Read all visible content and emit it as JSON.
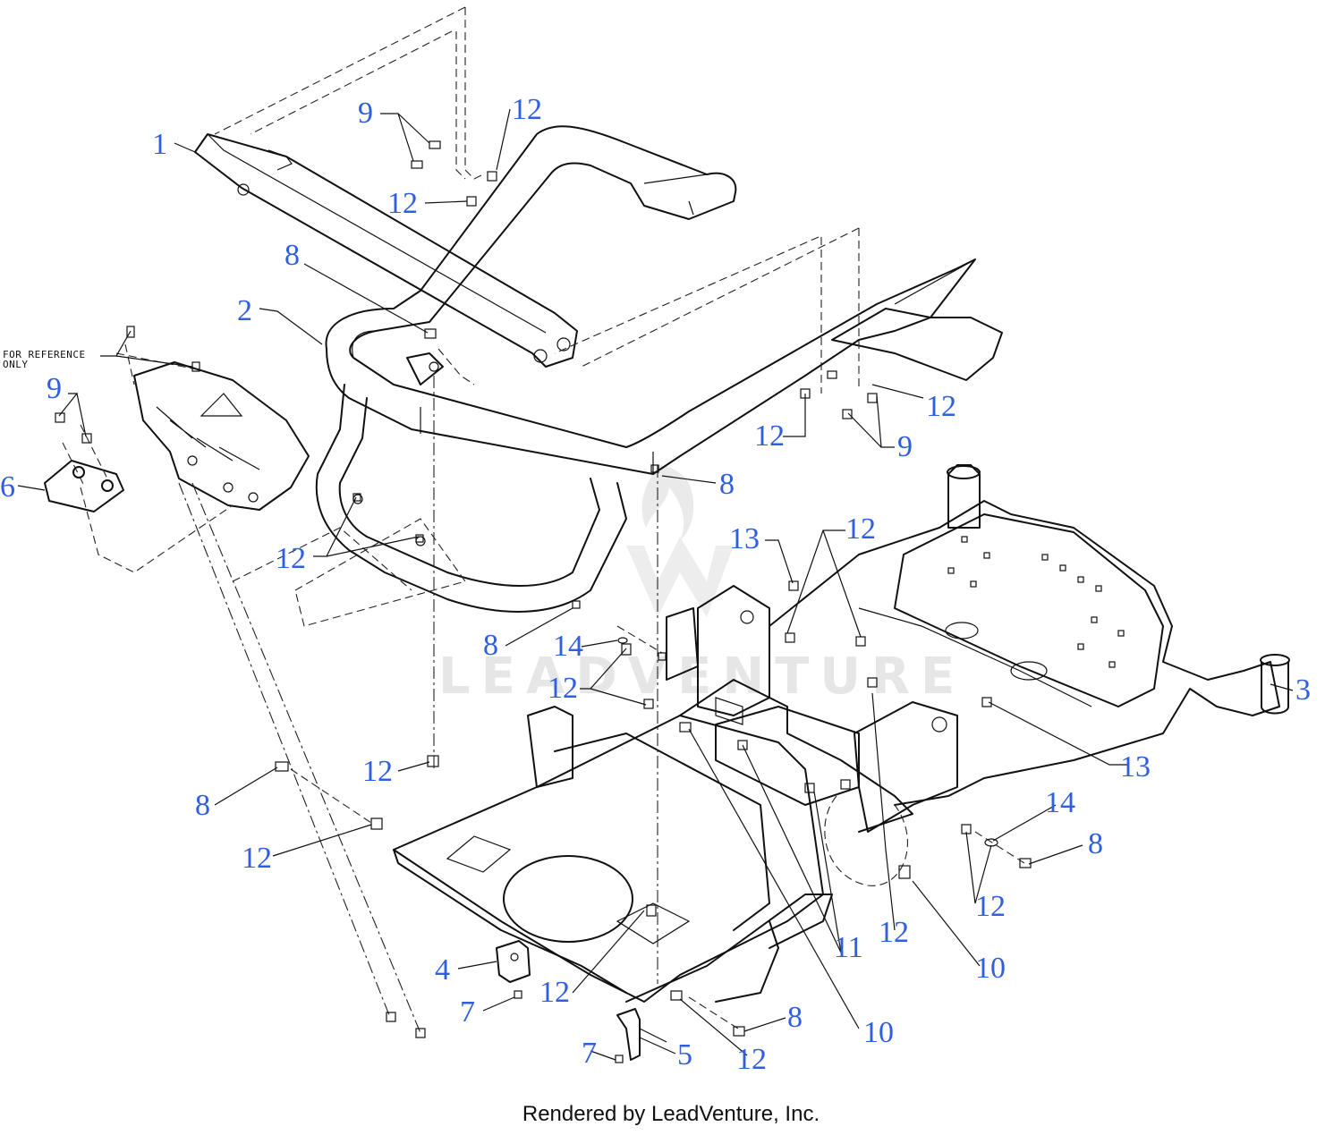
{
  "diagram": {
    "callouts": [
      {
        "id": "c1",
        "text": "1"
      },
      {
        "id": "c2",
        "text": "2"
      },
      {
        "id": "c3",
        "text": "3"
      },
      {
        "id": "c4",
        "text": "4"
      },
      {
        "id": "c5",
        "text": "5"
      },
      {
        "id": "c6",
        "text": "6"
      },
      {
        "id": "c7a",
        "text": "7"
      },
      {
        "id": "c7b",
        "text": "7"
      },
      {
        "id": "c8a",
        "text": "8"
      },
      {
        "id": "c8b",
        "text": "8"
      },
      {
        "id": "c8c",
        "text": "8"
      },
      {
        "id": "c8d",
        "text": "8"
      },
      {
        "id": "c8e",
        "text": "8"
      },
      {
        "id": "c8f",
        "text": "8"
      },
      {
        "id": "c9a",
        "text": "9"
      },
      {
        "id": "c9b",
        "text": "9"
      },
      {
        "id": "c9c",
        "text": "9"
      },
      {
        "id": "c10a",
        "text": "10"
      },
      {
        "id": "c10b",
        "text": "10"
      },
      {
        "id": "c11",
        "text": "11"
      },
      {
        "id": "c12a",
        "text": "12"
      },
      {
        "id": "c12b",
        "text": "12"
      },
      {
        "id": "c12c",
        "text": "12"
      },
      {
        "id": "c12d",
        "text": "12"
      },
      {
        "id": "c12e",
        "text": "12"
      },
      {
        "id": "c12f",
        "text": "12"
      },
      {
        "id": "c12g",
        "text": "12"
      },
      {
        "id": "c12h",
        "text": "12"
      },
      {
        "id": "c12i",
        "text": "12"
      },
      {
        "id": "c12j",
        "text": "12"
      },
      {
        "id": "c12k",
        "text": "12"
      },
      {
        "id": "c12l",
        "text": "12"
      },
      {
        "id": "c12m",
        "text": "12"
      },
      {
        "id": "c13a",
        "text": "13"
      },
      {
        "id": "c13b",
        "text": "13"
      },
      {
        "id": "c14a",
        "text": "14"
      },
      {
        "id": "c14b",
        "text": "14"
      }
    ],
    "reference_note": [
      "FOR REFERENCE",
      "ONLY"
    ],
    "watermark": "LEADVENTURE",
    "callout_color": "#2f5ee0",
    "line_color": "#111111"
  },
  "footer": "Rendered by LeadVenture, Inc."
}
